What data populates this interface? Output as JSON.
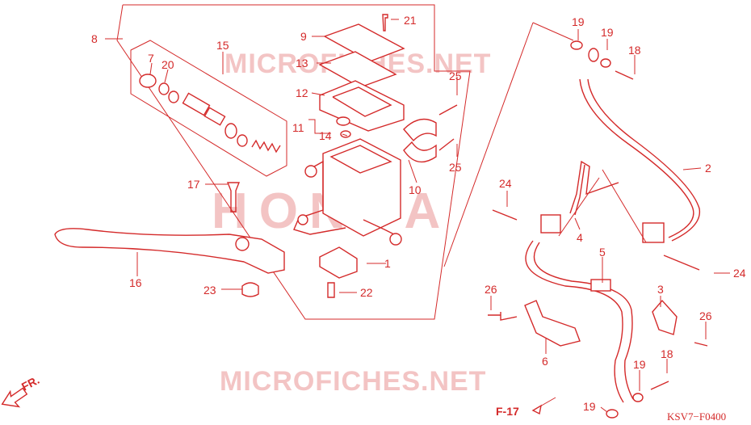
{
  "watermarks": {
    "top": "MICROFICHES.NET",
    "brand": "HONDA",
    "bottom": "MICROFICHES.NET"
  },
  "diagram_code": "KSV7−F0400",
  "front_marker": "FR.",
  "ref_marker": "F-17",
  "colors": {
    "ink": "#d42a2a",
    "watermark": "#f3c4c4",
    "background": "#ffffff"
  },
  "part_labels": {
    "p1": "1",
    "p2": "2",
    "p3": "3",
    "p4": "4",
    "p5": "5",
    "p6": "6",
    "p7": "7",
    "p8": "8",
    "p9": "9",
    "p10": "10",
    "p11": "11",
    "p12": "12",
    "p13": "13",
    "p14": "14",
    "p15": "15",
    "p16": "16",
    "p17": "17",
    "p18a": "18",
    "p18b": "18",
    "p19a": "19",
    "p19b": "19",
    "p19c": "19",
    "p19d": "19",
    "p20": "20",
    "p21": "21",
    "p22": "22",
    "p23": "23",
    "p24a": "24",
    "p24b": "24",
    "p25a": "25",
    "p25b": "25",
    "p26a": "26",
    "p26b": "26"
  }
}
